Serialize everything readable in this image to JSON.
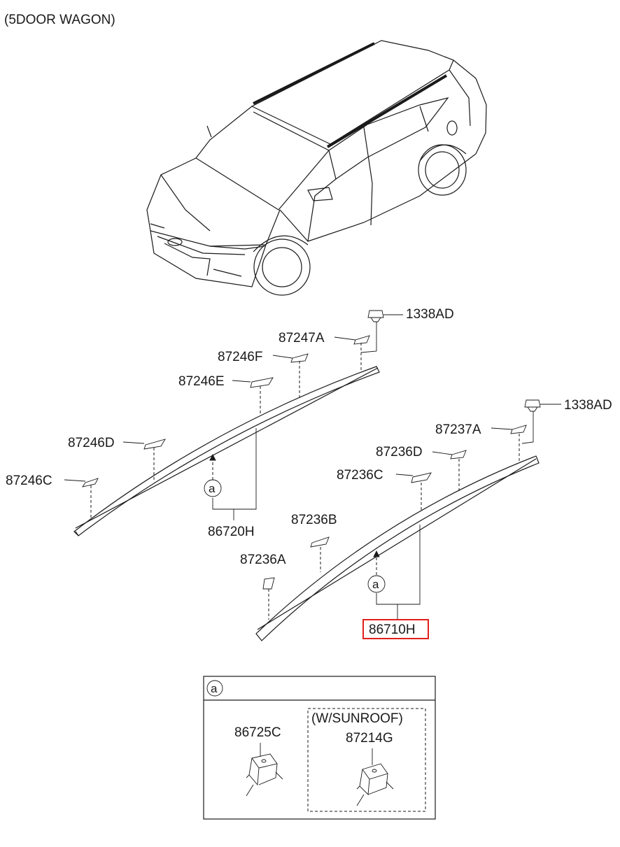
{
  "header": {
    "title": "(5DOOR WAGON)"
  },
  "parts": {
    "nut_left": "1338AD",
    "nut_right": "1338AD",
    "p87247A": "87247A",
    "p87246F": "87246F",
    "p87246E": "87246E",
    "p87246D": "87246D",
    "p87246C": "87246C",
    "p86720H": "86720H",
    "p87237A": "87237A",
    "p87236D": "87236D",
    "p87236C": "87236C",
    "p87236B": "87236B",
    "p87236A": "87236A",
    "p86710H": "86710H"
  },
  "callouts": {
    "a": "a"
  },
  "detail_box": {
    "tag": "a",
    "part_left": "86725C",
    "sunroof_label": "(W/SUNROOF)",
    "part_right": "87214G"
  },
  "highlight": {
    "part": "86710H",
    "color": "#e0201b"
  }
}
